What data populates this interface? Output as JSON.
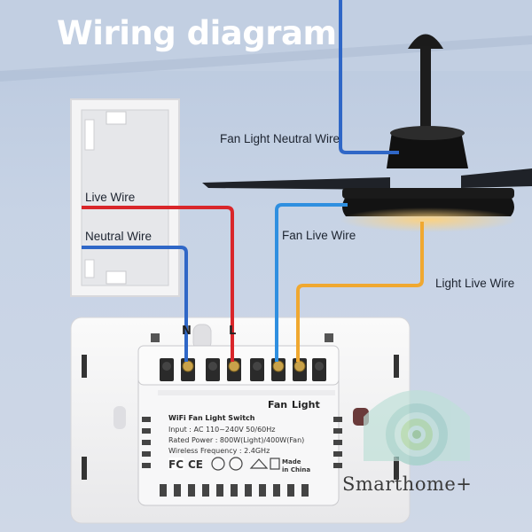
{
  "title": "Wiring diagram",
  "wire_labels": {
    "live": "Live Wire",
    "neutral": "Neutral Wire",
    "fan_live": "Fan Live Wire",
    "fan_light_neutral": "Fan Light Neutral Wire",
    "light_live": "Light Live Wire"
  },
  "terminals": {
    "n": "N",
    "l": "L",
    "fan": "Fan",
    "light": "Light"
  },
  "device": {
    "name": "WiFi Fan Light Switch",
    "input": "Input : AC 110~240V  50/60Hz",
    "rated_power": "Rated Power : 800W(Light)/400W(Fan)",
    "wireless": "Wireless Frequency : 2.4GHz",
    "made_line1": "Made",
    "made_line2": "in China"
  },
  "watermark": "Smarthome+",
  "colors": {
    "live_wire": "#d9262a",
    "neutral_wire": "#2f67c7",
    "fan_wire": "#2f8fe0",
    "light_wire": "#f0a830"
  }
}
